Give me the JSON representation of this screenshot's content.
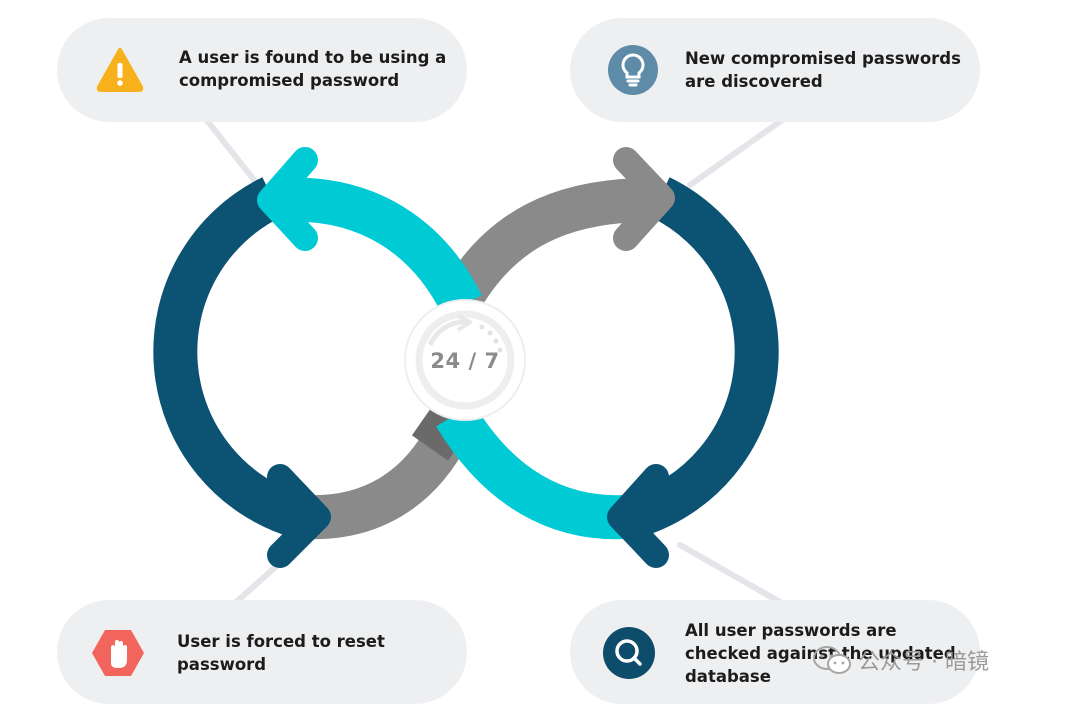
{
  "cards": [
    {
      "id": "found",
      "icon": "warning-icon",
      "lines": [
        "A user is found to be using a",
        "compromised password"
      ],
      "icon_color": "#f7b11c"
    },
    {
      "id": "discovered",
      "icon": "lightbulb-icon",
      "lines": [
        "New compromised passwords",
        "are discovered"
      ],
      "icon_color": "#5e8ba8"
    },
    {
      "id": "reset",
      "icon": "stop-hand-icon",
      "lines": [
        "User is forced to reset",
        "password"
      ],
      "icon_color": "#f2655c"
    },
    {
      "id": "checked",
      "icon": "search-icon",
      "lines": [
        "All user passwords are",
        "checked against the updated",
        "database"
      ],
      "icon_color": "#0d4d6b"
    }
  ],
  "center": {
    "label": "24 / 7"
  },
  "watermark": {
    "text": "公众号 · 暗镜"
  },
  "colors": {
    "navy": "#0b5273",
    "teal": "#00cad3",
    "gray": "#8a8a8a",
    "card": "#eeeff1",
    "connector": "#e4e5e8"
  }
}
